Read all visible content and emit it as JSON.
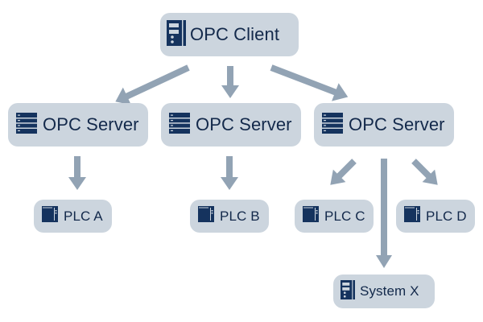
{
  "diagram": {
    "colors": {
      "node_fill": "#ccd5de",
      "text": "#13294b",
      "icon": "#15335e",
      "arrow": "#92a3b4",
      "background": "#ffffff"
    },
    "client": {
      "label": "OPC Client",
      "icon": "tower-computer-icon"
    },
    "servers": [
      {
        "label": "OPC Server",
        "icon": "server-rack-icon"
      },
      {
        "label": "OPC Server",
        "icon": "server-rack-icon"
      },
      {
        "label": "OPC Server",
        "icon": "server-rack-icon"
      }
    ],
    "devices": [
      {
        "label": "PLC A",
        "icon": "plc-module-icon",
        "parent": "server-1"
      },
      {
        "label": "PLC B",
        "icon": "plc-module-icon",
        "parent": "server-2"
      },
      {
        "label": "PLC C",
        "icon": "plc-module-icon",
        "parent": "server-3"
      },
      {
        "label": "PLC D",
        "icon": "plc-module-icon",
        "parent": "server-3"
      },
      {
        "label": "System X",
        "icon": "tower-computer-icon",
        "parent": "server-3"
      }
    ],
    "connections": [
      {
        "from": "client",
        "to": "server-1"
      },
      {
        "from": "client",
        "to": "server-2"
      },
      {
        "from": "client",
        "to": "server-3"
      },
      {
        "from": "server-1",
        "to": "plc-a"
      },
      {
        "from": "server-2",
        "to": "plc-b"
      },
      {
        "from": "server-3",
        "to": "plc-c"
      },
      {
        "from": "server-3",
        "to": "plc-d"
      },
      {
        "from": "server-3",
        "to": "system-x"
      }
    ]
  }
}
